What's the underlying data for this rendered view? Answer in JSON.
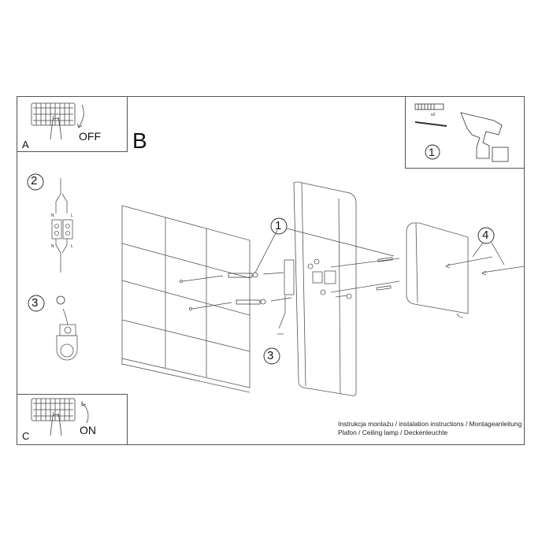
{
  "steps": {
    "a": {
      "letter": "A",
      "action": "OFF"
    },
    "b": {
      "letter": "B"
    },
    "c": {
      "letter": "C",
      "action": "ON"
    },
    "one": {
      "number": "1",
      "tools_qty": "x2"
    },
    "two": {
      "number": "2",
      "wire_labels": [
        "N",
        "L",
        "N",
        "L"
      ]
    },
    "three": {
      "number": "3"
    },
    "four": {
      "number": "4"
    },
    "callout_one": {
      "number": "1"
    },
    "callout_three": {
      "number": "3"
    }
  },
  "caption": {
    "line1": "Instrukcja montażu / instalation instructions / Montageanleitung",
    "line2": "Plafon / Ceiling lamp / Deckenleuchte"
  },
  "colors": {
    "line": "#555555",
    "ink": "#111111",
    "background": "#ffffff"
  }
}
